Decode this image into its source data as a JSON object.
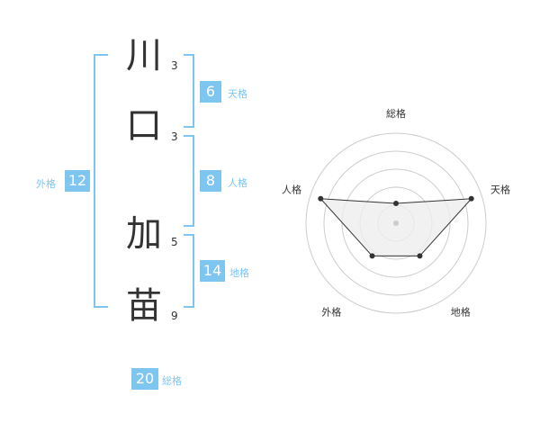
{
  "name": {
    "chars": [
      {
        "char": "川",
        "strokes": "3"
      },
      {
        "char": "口",
        "strokes": "3"
      },
      {
        "char": "加",
        "strokes": "5"
      },
      {
        "char": "苗",
        "strokes": "9"
      }
    ]
  },
  "kaku": {
    "tenkaku": {
      "value": "6",
      "label": "天格"
    },
    "jinkaku": {
      "value": "8",
      "label": "人格"
    },
    "chikaku": {
      "value": "14",
      "label": "地格"
    },
    "gaikaku": {
      "value": "12",
      "label": "外格"
    },
    "soukaku": {
      "value": "20",
      "label": "総格"
    }
  },
  "radar": {
    "axes": [
      "総格",
      "天格",
      "地格",
      "外格",
      "人格"
    ],
    "values": [
      0.22,
      0.88,
      0.45,
      0.45,
      0.88
    ],
    "fill_color": "#eeeeee",
    "line_color": "#333333",
    "ring_color": "#cccccc"
  }
}
